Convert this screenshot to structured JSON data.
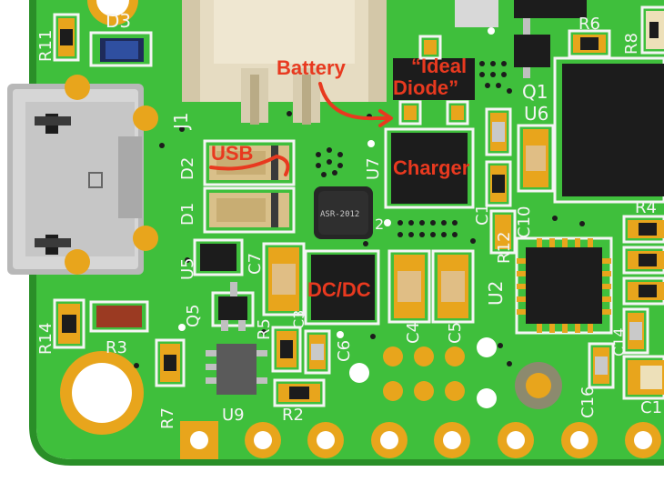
{
  "silkscreen": {
    "r11": "R11",
    "d3": "D3",
    "j1": "J1",
    "r6": "R6",
    "r8": "R8",
    "q1": "Q1",
    "u6": "U6",
    "d2": "D2",
    "d1": "D1",
    "u7": "U7",
    "c1": "C1",
    "c10": "C10",
    "r4": "R4",
    "r12": "R12",
    "u5": "U5",
    "c7": "C7",
    "q5": "Q5",
    "u2": "U2",
    "r14": "R14",
    "r5": "R5",
    "c3": "C3",
    "c6": "C6",
    "c4": "C4",
    "c5": "C5",
    "c14": "C14",
    "r7": "R7",
    "u9": "U9",
    "r2": "R2",
    "c16": "C16",
    "c1b": "C1",
    "r3": "R3",
    "pin2": "2"
  },
  "chip_marking": "ASR-2012",
  "annotations": {
    "battery": "Battery",
    "ideal_diode_1": "“Ideal",
    "ideal_diode_2": "Diode”",
    "usb": "USB",
    "charger": "Charger",
    "dcdc": "DC/DC"
  },
  "colors": {
    "board": "#3fbf3c",
    "board_dark": "#2fa52e",
    "pad_gold": "#e8a51c",
    "annotation_red": "#e8391f",
    "silkscreen_white": "#f5f5f5",
    "ic_black": "#1c1c1c"
  }
}
